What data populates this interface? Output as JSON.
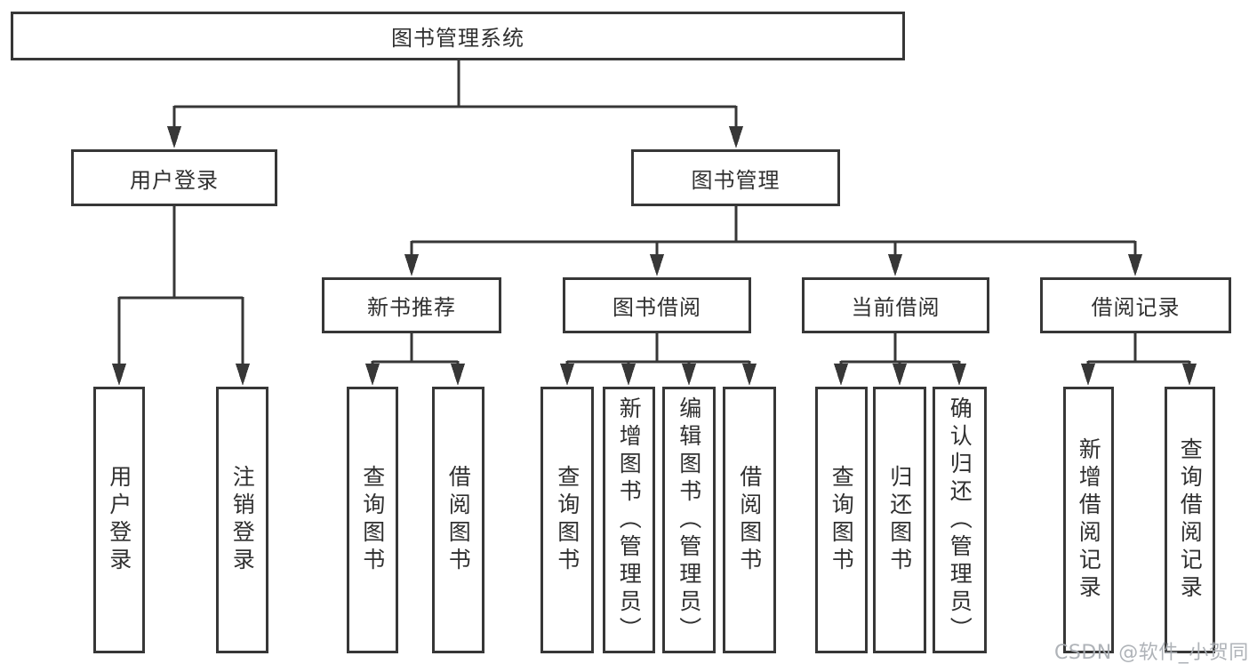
{
  "colors": {
    "line": "#373737",
    "box_border": "#373737",
    "text": "#303030",
    "watermark": "#a8adb2"
  },
  "diagram": {
    "root": {
      "label": "图书管理系统"
    },
    "level2": [
      {
        "label": "用户登录"
      },
      {
        "label": "图书管理"
      }
    ],
    "level3": [
      {
        "label": "新书推荐",
        "parent": "图书管理"
      },
      {
        "label": "图书借阅",
        "parent": "图书管理"
      },
      {
        "label": "当前借阅",
        "parent": "图书管理"
      },
      {
        "label": "借阅记录",
        "parent": "图书管理"
      }
    ],
    "leaves": [
      {
        "label": "用户登录",
        "parent": "用户登录"
      },
      {
        "label": "注销登录",
        "parent": "用户登录"
      },
      {
        "label": "查询图书",
        "parent": "新书推荐"
      },
      {
        "label": "借阅图书",
        "parent": "新书推荐"
      },
      {
        "label": "查询图书",
        "parent": "图书借阅"
      },
      {
        "label": "新增图书（管理员）",
        "parent": "图书借阅"
      },
      {
        "label": "编辑图书（管理员）",
        "parent": "图书借阅"
      },
      {
        "label": "借阅图书",
        "parent": "图书借阅"
      },
      {
        "label": "查询图书",
        "parent": "当前借阅"
      },
      {
        "label": "归还图书",
        "parent": "当前借阅"
      },
      {
        "label": "确认归还（管理员）",
        "parent": "当前借阅"
      },
      {
        "label": "新增借阅记录",
        "parent": "借阅记录"
      },
      {
        "label": "查询借阅记录",
        "parent": "借阅记录"
      }
    ]
  },
  "watermark": {
    "text": "CSDN @软件_小贺同学"
  }
}
